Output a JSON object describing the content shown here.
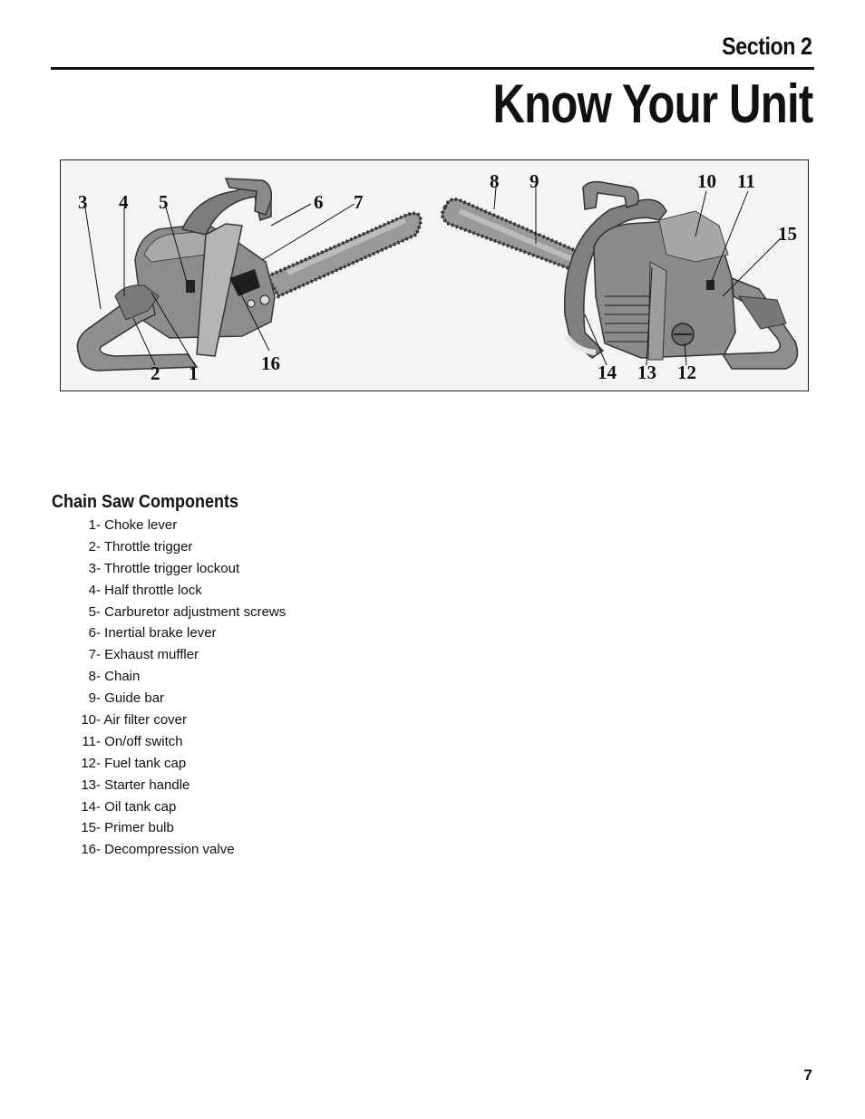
{
  "header": {
    "section_label": "Section 2",
    "title": "Know Your Unit"
  },
  "figure": {
    "callouts": [
      "3",
      "4",
      "5",
      "6",
      "7",
      "2",
      "1",
      "16",
      "8",
      "9",
      "10",
      "11",
      "15",
      "14",
      "13",
      "12"
    ]
  },
  "components": {
    "heading": "Chain Saw Components",
    "items": [
      {
        "num": "1",
        "label": "- Choke lever"
      },
      {
        "num": "2",
        "label": "- Throttle trigger"
      },
      {
        "num": "3",
        "label": "- Throttle trigger lockout"
      },
      {
        "num": "4",
        "label": "- Half throttle lock"
      },
      {
        "num": "5",
        "label": "- Carburetor adjustment screws"
      },
      {
        "num": "6",
        "label": "- Inertial brake lever"
      },
      {
        "num": "7",
        "label": "- Exhaust muffler"
      },
      {
        "num": "8",
        "label": "- Chain"
      },
      {
        "num": "9",
        "label": "- Guide bar"
      },
      {
        "num": "10",
        "label": "- Air filter cover"
      },
      {
        "num": "11",
        "label": "- On/off switch"
      },
      {
        "num": "12",
        "label": "- Fuel tank cap"
      },
      {
        "num": "13",
        "label": "- Starter handle"
      },
      {
        "num": "14",
        "label": "- Oil tank cap"
      },
      {
        "num": "15",
        "label": "- Primer bulb"
      },
      {
        "num": "16",
        "label": "- Decompression valve"
      }
    ]
  },
  "footer": {
    "page_number": "7"
  }
}
